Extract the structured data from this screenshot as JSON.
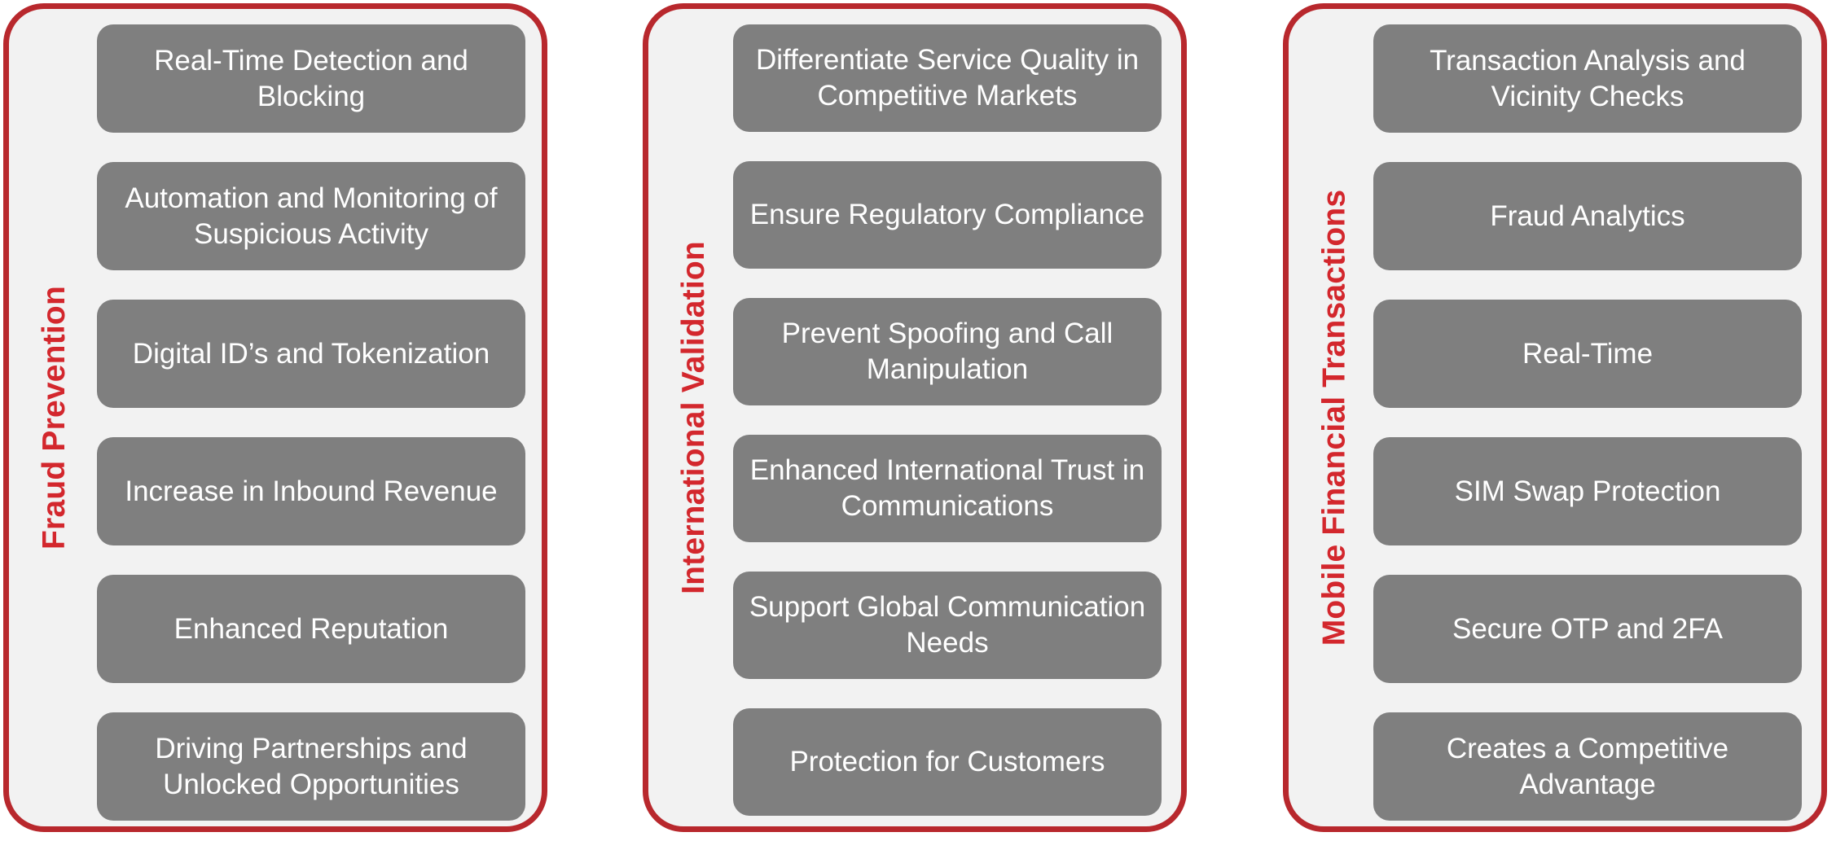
{
  "colors": {
    "panel_border": "#b8282d",
    "panel_fill": "#f2f2f2",
    "title_text": "#d3272d",
    "item_fill": "#7f7f7f",
    "item_text": "#ffffff"
  },
  "panels": [
    {
      "title": "Fraud Prevention",
      "items": [
        "Real-Time Detection and Blocking",
        "Automation and Monitoring of Suspicious Activity",
        "Digital ID’s and Tokenization",
        "Increase in Inbound Revenue",
        "Enhanced Reputation",
        "Driving Partnerships and Unlocked Opportunities"
      ]
    },
    {
      "title": "International Validation",
      "items": [
        "Differentiate Service Quality in Competitive Markets",
        "Ensure Regulatory Compliance",
        "Prevent Spoofing and Call Manipulation",
        "Enhanced International Trust in Communications",
        "Support Global Communication Needs",
        "Protection for Customers"
      ]
    },
    {
      "title": "Mobile Financial Transactions",
      "items": [
        "Transaction Analysis and Vicinity Checks",
        "Fraud Analytics",
        "Real-Time",
        "SIM Swap Protection",
        "Secure OTP and 2FA",
        "Creates a Competitive Advantage"
      ]
    }
  ]
}
